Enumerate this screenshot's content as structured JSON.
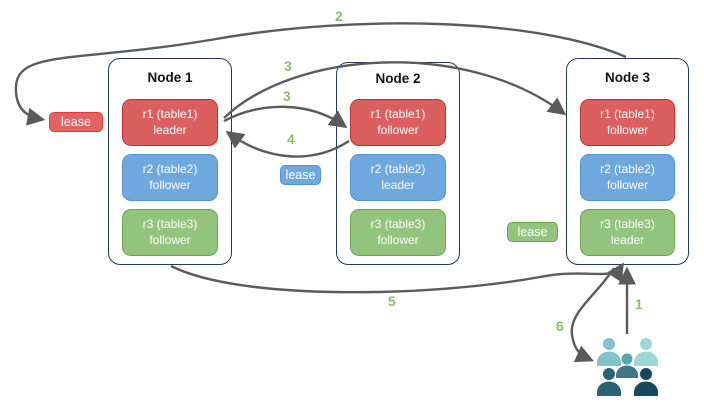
{
  "nodes": [
    {
      "title": "Node 1",
      "replicas": [
        {
          "label": "r1 (table1)",
          "role": "leader",
          "color": "red"
        },
        {
          "label": "r2 (table2)",
          "role": "follower",
          "color": "blue"
        },
        {
          "label": "r3 (table3)",
          "role": "follower",
          "color": "green"
        }
      ]
    },
    {
      "title": "Node 2",
      "replicas": [
        {
          "label": "r1 (table1)",
          "role": "follower",
          "color": "red"
        },
        {
          "label": "r2 (table2)",
          "role": "leader",
          "color": "blue"
        },
        {
          "label": "r3 (table3)",
          "role": "follower",
          "color": "green"
        }
      ]
    },
    {
      "title": "Node 3",
      "replicas": [
        {
          "label": "r1 (table1)",
          "role": "follower",
          "color": "red"
        },
        {
          "label": "r2 (table2)",
          "role": "follower",
          "color": "blue"
        },
        {
          "label": "r3 (table3)",
          "role": "leader",
          "color": "green"
        }
      ]
    }
  ],
  "leases": [
    {
      "label": "lease",
      "color": "red"
    },
    {
      "label": "lease",
      "color": "blue"
    },
    {
      "label": "lease",
      "color": "green"
    }
  ],
  "steps": [
    {
      "num": "2"
    },
    {
      "num": "3"
    },
    {
      "num": "3"
    },
    {
      "num": "4"
    },
    {
      "num": "5"
    },
    {
      "num": "6"
    },
    {
      "num": "1"
    }
  ],
  "colors": {
    "red_fill": "#dc5f5f",
    "red_border": "#c23030",
    "blue_fill": "#6fa8dc",
    "blue_border": "#5094d6",
    "green_fill": "#93c47d",
    "green_border": "#68a74e",
    "lease_red_fill": "#e46262",
    "lease_red_border": "#dd3b3b",
    "node_border": "#223a57",
    "arrow": "#5b5b5b",
    "step_label": "#8abf6b"
  },
  "users_icon": {
    "persons": [
      {
        "name": "back-left",
        "color": "#85c2ca"
      },
      {
        "name": "back-right",
        "color": "#9fd6d8"
      },
      {
        "name": "middle",
        "head_color": "#58a3ae",
        "color": "#417589"
      },
      {
        "name": "front-left",
        "color": "#2c6176"
      },
      {
        "name": "front-right",
        "color": "#1a4660"
      }
    ]
  }
}
